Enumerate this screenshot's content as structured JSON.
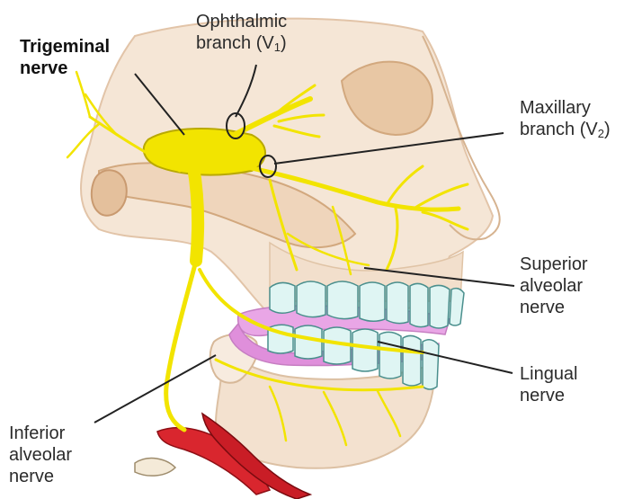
{
  "labels": {
    "trigeminal": {
      "line1": "Trigeminal",
      "line2": "nerve"
    },
    "ophthalmic": {
      "line1": "Ophthalmic",
      "line2_prefix": "branch (V",
      "line2_sub": "1",
      "line2_suffix": ")"
    },
    "maxillary": {
      "line1": "Maxillary",
      "line2_prefix": "branch (V",
      "line2_sub": "2",
      "line2_suffix": ")"
    },
    "superior_alveolar": {
      "line1": "Superior",
      "line2": "alveolar",
      "line3": "nerve"
    },
    "lingual": {
      "line1": "Lingual",
      "line2": "nerve"
    },
    "inferior_alveolar": {
      "line1": "Inferior",
      "line2": "alveolar",
      "line3": "nerve"
    }
  },
  "colors": {
    "nerve": "#f2e400",
    "nerve_stroke": "#b9a900",
    "bone": "#f5e6d6",
    "bone_shadow": "#e2c4a8",
    "teeth": "#dff5f3",
    "teeth_stroke": "#4a8f8d",
    "gum": "#e9a6e6",
    "muscle": "#d9262e",
    "leader": "#222222"
  }
}
